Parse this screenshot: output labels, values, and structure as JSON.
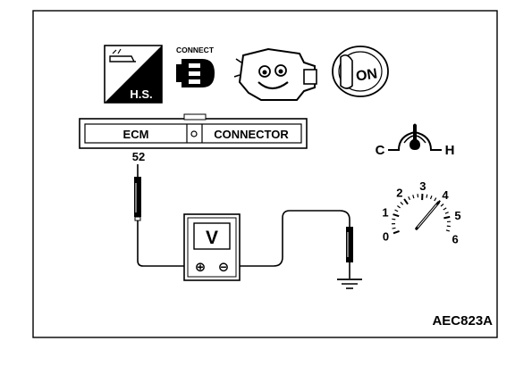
{
  "icons": {
    "hs_label": "H.S.",
    "connect_label": "CONNECT",
    "ignition_label": "ON"
  },
  "connector_strip": {
    "ecm_label": "ECM",
    "connector_label": "CONNECTOR"
  },
  "terminal": {
    "number": "52"
  },
  "voltmeter": {
    "display": "V",
    "plus_symbol": "⊕",
    "minus_symbol": "⊖"
  },
  "temperature_gauge": {
    "cold_label": "C",
    "hot_label": "H"
  },
  "tachometer": {
    "scale": [
      "0",
      "1",
      "2",
      "3",
      "4",
      "5",
      "6"
    ],
    "needle_value": 4
  },
  "figure_code": "AEC823A"
}
